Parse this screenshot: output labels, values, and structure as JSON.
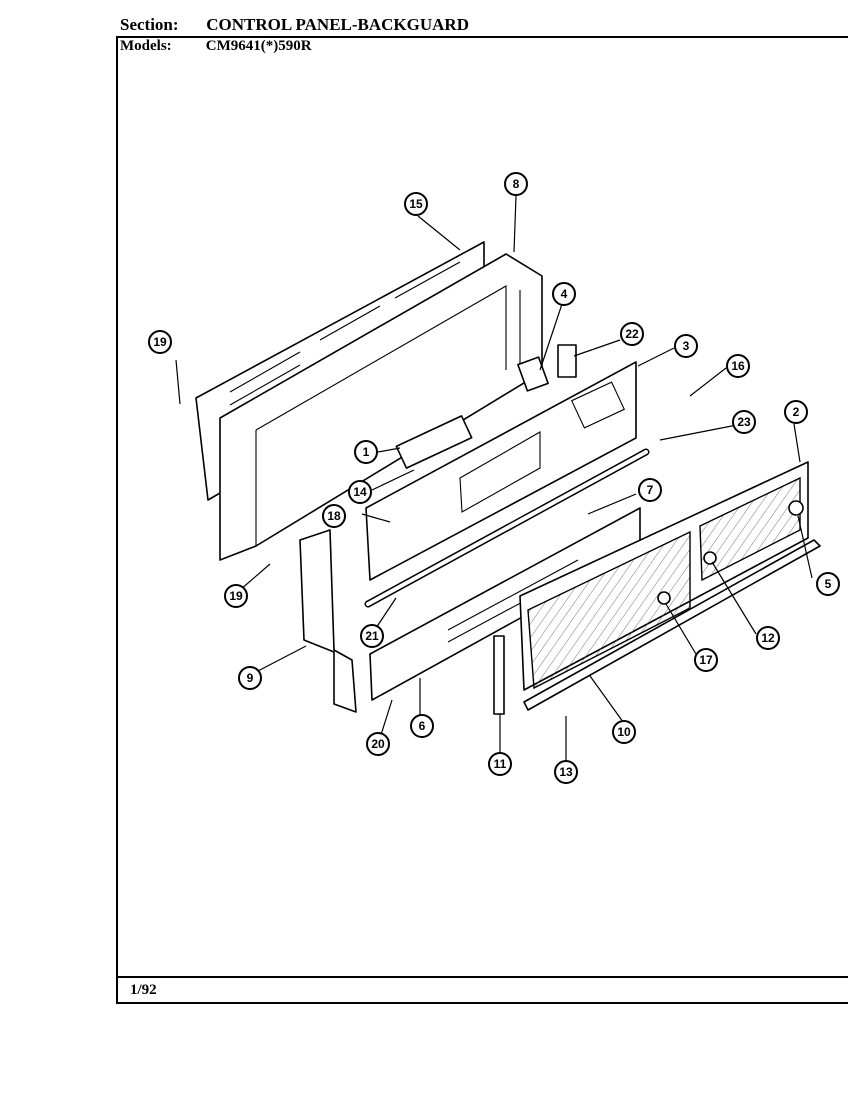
{
  "header": {
    "section_label": "Section:",
    "section_value": "CONTROL PANEL-BACKGUARD",
    "models_label": "Models:",
    "models_value": "CM9641(*)590R"
  },
  "footer": {
    "date": "1/92"
  },
  "callouts": [
    "1",
    "2",
    "3",
    "4",
    "5",
    "6",
    "7",
    "8",
    "9",
    "10",
    "11",
    "12",
    "13",
    "14",
    "15",
    "16",
    "17",
    "18",
    "19",
    "19",
    "20",
    "21",
    "22",
    "23"
  ]
}
